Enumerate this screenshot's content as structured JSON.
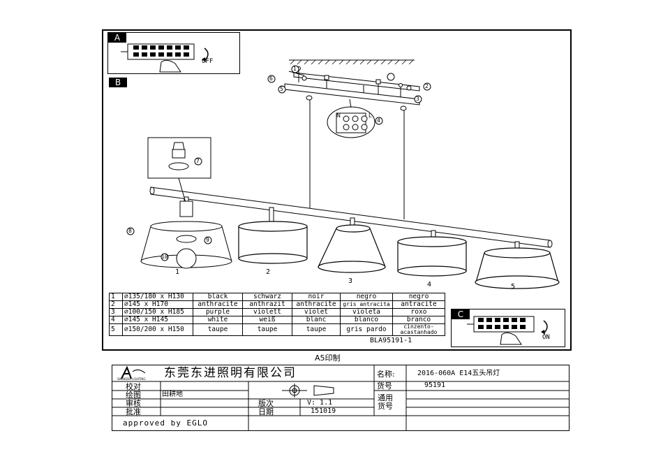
{
  "panels": {
    "a": {
      "tag": "A",
      "switch_label": "OFF"
    },
    "b": {
      "tag": "B"
    },
    "c": {
      "tag": "C",
      "switch_label": "ON"
    }
  },
  "callouts": [
    "1",
    "2",
    "3",
    "4",
    "5",
    "6",
    "7",
    "8",
    "9",
    "10"
  ],
  "wire_labels": {
    "n": "N",
    "l": "L"
  },
  "shade_numbers": [
    "1",
    "2",
    "3",
    "4",
    "5"
  ],
  "spec_table": {
    "rows": [
      {
        "no": "1",
        "size": "⌀135/180 x H130",
        "en": "black",
        "de": "schwarz",
        "fr": "noir",
        "es": "negro",
        "pt": "negro"
      },
      {
        "no": "2",
        "size": "⌀145 x H170",
        "en": "anthracite",
        "de": "anthrazit",
        "fr": "anthracite",
        "es": "gris antracita",
        "pt": "antracite"
      },
      {
        "no": "3",
        "size": "⌀100/150 x H185",
        "en": "purple",
        "de": "violett",
        "fr": "violet",
        "es": "violeta",
        "pt": "roxo"
      },
      {
        "no": "4",
        "size": "⌀145 x H145",
        "en": "white",
        "de": "weiß",
        "fr": "blanc",
        "es": "blanco",
        "pt": "branco"
      },
      {
        "no": "5",
        "size": "⌀150/200 x H150",
        "en": "taupe",
        "de": "taupe",
        "fr": "taupe",
        "es": "gris pardo",
        "pt": "cinzento-acastanhado"
      }
    ]
  },
  "model_code": "BLA95191-1",
  "paper_note": "A5印制",
  "title_block": {
    "company": "东莞东进照明有限公司",
    "logo_sub": "SHENGDA LIGHTING",
    "name_label": "名称:",
    "name_value": "2016-060A E14五头吊灯",
    "check_label": "校对",
    "drawn_label": "绘图",
    "drawn_value": "田耕地",
    "review_label": "审核",
    "approve_label": "批准",
    "part_no_label": "货号",
    "part_no_value": "95191",
    "version_label": "版次",
    "version_value": "V: 1.1",
    "date_label": "日期",
    "date_value": "151019",
    "general_label_1": "通用",
    "general_label_2": "货号",
    "approved_by": "approved by EGLO"
  }
}
